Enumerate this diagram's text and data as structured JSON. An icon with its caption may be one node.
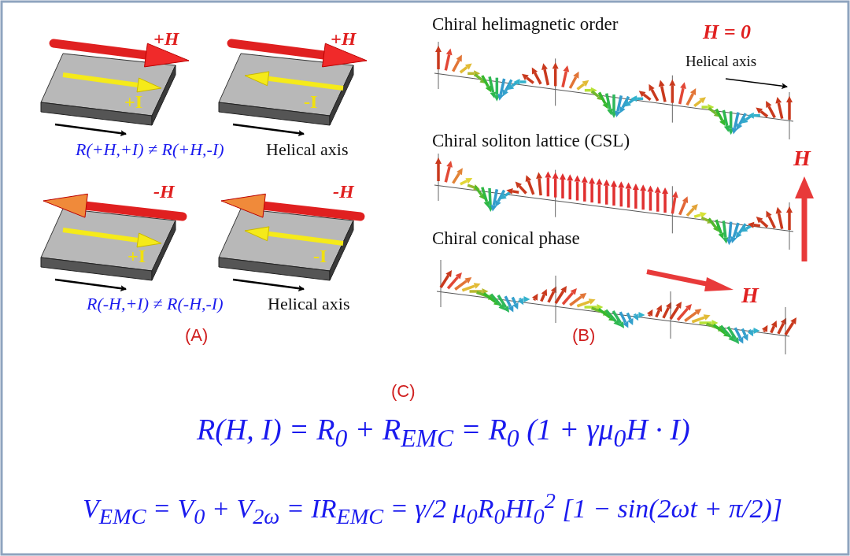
{
  "diagram": {
    "labels": [
      "+H",
      "+H",
      "+I",
      "-I",
      "R(+H,+I) ≠ R(+H,-I)",
      "Helical axis",
      "-H",
      "-H",
      "+I",
      "-I",
      "R(-H,+I) ≠ R(-H,-I)",
      "Helical axis",
      "(A)",
      "Chiral helimagnetic order",
      "H = 0",
      "Helical axis",
      "Chiral soliton lattice (CSL)",
      "H",
      "Chiral conical phase",
      "H",
      "(B)",
      "(C)",
      "R(H, I) = R$_{0}$ + R$_{EMC}$ = R$_{0}$ (1 + γμ$_{0}$H · I)",
      "V$_{EMC}$ = V$_{0}$ + V$_{2ω}$ = IR$_{EMC}$ = γ/2 μ$_{0}$R$_{0}$HI$_{0}$$^{2}$ [1 − sin(2ωt + π/2)]"
    ]
  }
}
